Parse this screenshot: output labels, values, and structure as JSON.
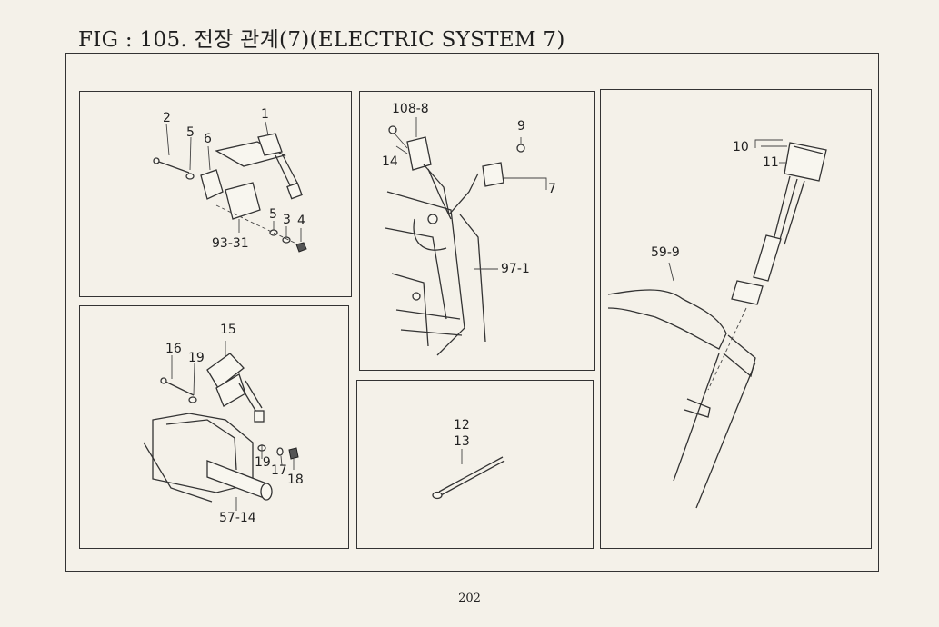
{
  "title": "FIG : 105. 전장 관계(7)(ELECTRIC SYSTEM 7)",
  "page_number": "202",
  "panels": {
    "top_left": {
      "labels": [
        "1",
        "2",
        "5",
        "6",
        "5",
        "3",
        "4",
        "93-31"
      ]
    },
    "bottom_left": {
      "labels": [
        "15",
        "16",
        "19",
        "19",
        "17",
        "18",
        "57-14"
      ]
    },
    "top_middle": {
      "labels": [
        "108-8",
        "14",
        "9",
        "7",
        "97-1"
      ]
    },
    "bottom_middle": {
      "labels": [
        "12",
        "13"
      ]
    },
    "right": {
      "labels": [
        "10",
        "11",
        "59-9"
      ]
    }
  }
}
